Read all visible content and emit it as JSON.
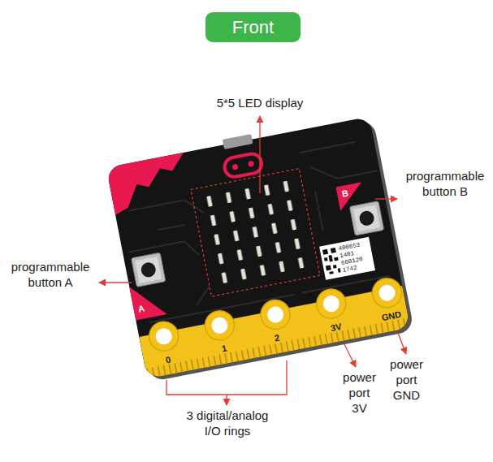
{
  "diagram": {
    "title": "Front",
    "labels": [
      "5*5 LED display",
      "programmable button B",
      "programmable button A",
      "3 digital/analog I/O rings",
      "power port 3V",
      "power port GND",
      "A",
      "B",
      "0",
      "1",
      "2",
      "3V",
      "GND",
      "400853 1401 660120 1742"
    ]
  }
}
